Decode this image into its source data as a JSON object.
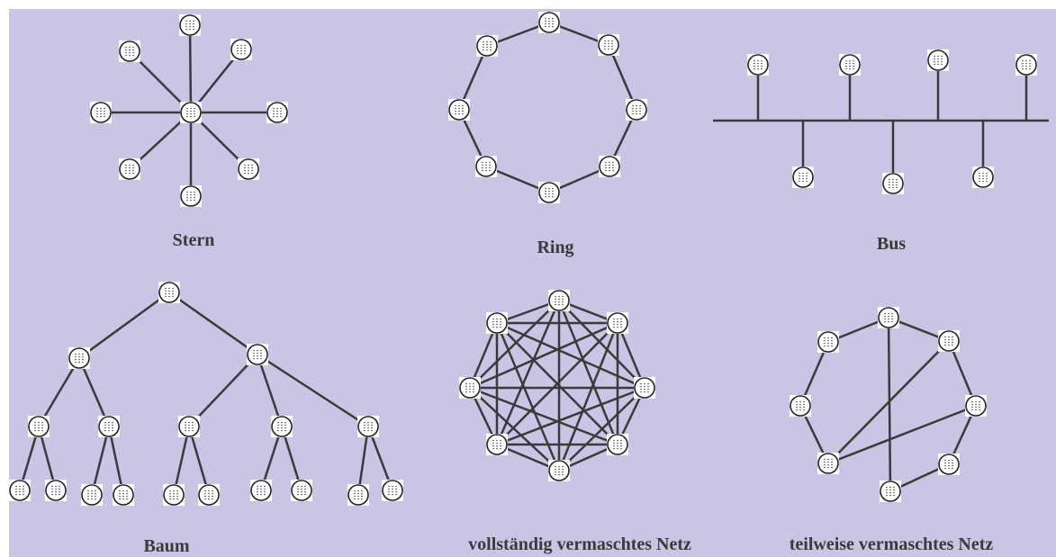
{
  "colors": {
    "background": "#c8c6e4",
    "line": "#3a3a3a",
    "node_fill": "#ffffff"
  },
  "diagram": {
    "node_icon": "network-node-icon",
    "topologies": [
      {
        "id": "stern",
        "label": "Stern"
      },
      {
        "id": "ring",
        "label": "Ring"
      },
      {
        "id": "bus",
        "label": "Bus"
      },
      {
        "id": "baum",
        "label": "Baum"
      },
      {
        "id": "voll",
        "label": "vollständig vermaschtes Netz"
      },
      {
        "id": "teil",
        "label": "teilweise vermaschtes Netz"
      }
    ]
  }
}
